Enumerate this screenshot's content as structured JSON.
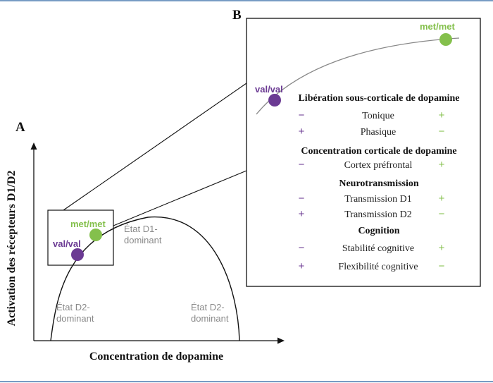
{
  "panel_a": {
    "letter": "A",
    "y_axis_label": "Activation des récepteurs D1/D2",
    "x_axis_label": "Concentration de dopamine",
    "state_d1": [
      "État D1-",
      "dominant"
    ],
    "state_d2_left": [
      "État D2-",
      "dominant"
    ],
    "state_d2_right": [
      "État D2-",
      "dominant"
    ],
    "genotype_low": "val/val",
    "genotype_high": "met/met"
  },
  "panel_b": {
    "letter": "B",
    "genotype_low": "val/val",
    "genotype_high": "met/met",
    "sections": [
      {
        "heading": "Libération sous-corticale de dopamine",
        "rows": [
          {
            "label": "Tonique",
            "val_sign": "−",
            "met_sign": "+"
          },
          {
            "label": "Phasique",
            "val_sign": "+",
            "met_sign": "−"
          }
        ]
      },
      {
        "heading": "Concentration corticale de dopamine",
        "rows": [
          {
            "label": "Cortex préfrontal",
            "val_sign": "−",
            "met_sign": "+"
          }
        ]
      },
      {
        "heading": "Neurotransmission",
        "rows": [
          {
            "label": "Transmission D1",
            "val_sign": "−",
            "met_sign": "+"
          },
          {
            "label": "Transmission D2",
            "val_sign": "+",
            "met_sign": "−"
          }
        ]
      },
      {
        "heading": "Cognition",
        "rows": [
          {
            "label": "Stabilité cognitive",
            "val_sign": "−",
            "met_sign": "+"
          },
          {
            "label": "Flexibilité cognitive",
            "val_sign": "+",
            "met_sign": "−"
          }
        ]
      }
    ]
  },
  "colors": {
    "val": "#6b3a93",
    "met": "#84c04c",
    "frame": "#4a7bb0",
    "curve": "#111111",
    "zoom_curve": "#888888"
  }
}
